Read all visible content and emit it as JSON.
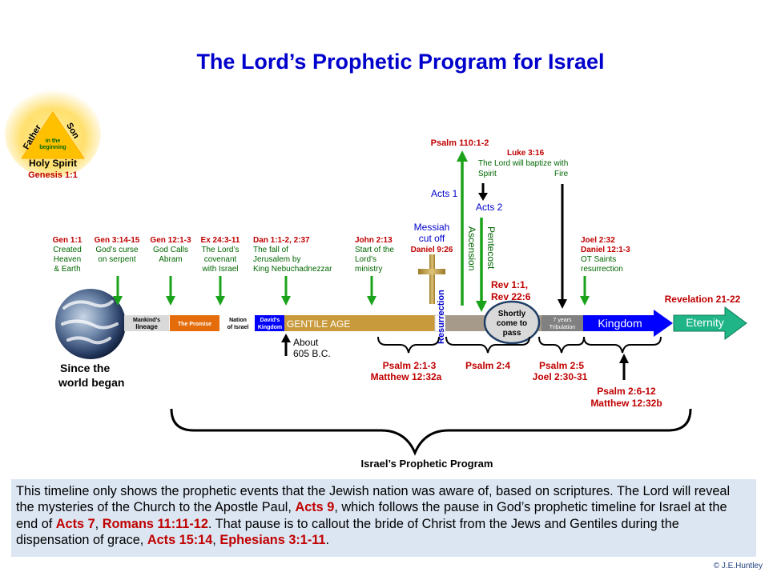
{
  "title": "The Lord’s Prophetic Program for Israel",
  "trinity": {
    "father": "Father",
    "son": "Son",
    "center_line1": "in the",
    "center_line2": "beginning",
    "spirit": "Holy Spirit",
    "ref": "Genesis 1:1"
  },
  "earth_caption": {
    "line1": "Since the",
    "line2": "world began"
  },
  "top_events": [
    {
      "ref": "Gen 1:1",
      "lines": [
        "Created",
        "Heaven",
        "& Earth"
      ]
    },
    {
      "ref": "Gen 3:14-15",
      "lines": [
        "God’s curse",
        "on serpent"
      ]
    },
    {
      "ref": "Gen 12:1-3",
      "lines": [
        "God Calls",
        "Abram"
      ]
    },
    {
      "ref": "Ex 24:3-11",
      "lines": [
        "The Lord’s",
        "covenant",
        "with Israel"
      ]
    },
    {
      "ref": "Dan 1:1-2, 2:37",
      "lines": [
        "The fall of",
        "Jerusalem by",
        "King Nebuchadnezzar"
      ]
    },
    {
      "ref": "John 2:13",
      "lines": [
        "Start of the",
        "Lord’s",
        "ministry"
      ]
    },
    {
      "ref": "Joel 2:32",
      "ref2": "Daniel 12:1-3",
      "lines": [
        "OT Saints",
        "resurrection"
      ]
    }
  ],
  "messiah": {
    "line1": "Messiah",
    "line2": "cut off",
    "ref": "Daniel 9:26"
  },
  "psalm110": "Psalm 110:1-2",
  "acts1": "Acts 1",
  "ascension": "Ascension",
  "luke": {
    "ref": "Luke 3:16",
    "line1": "The Lord will baptize with",
    "line2": "Spirit",
    "line3": "Fire"
  },
  "acts2": "Acts 2",
  "pentecost": "Pentecost",
  "rev_ref": {
    "line1": "Rev 1:1,",
    "line2": "Rev 22:6"
  },
  "revelation": "Revelation 21-22",
  "timeline": {
    "mankind": {
      "line1": "Mankind’s",
      "line2": "lineage"
    },
    "promise": "The Promise",
    "nation": {
      "line1": "Nation",
      "line2": "of Israel"
    },
    "david": {
      "line1": "David’s",
      "line2": "Kingdom"
    },
    "gentile": "GENTILE AGE",
    "resurrection": "Resurrection",
    "shortly": {
      "line1": "Shortly",
      "line2": "come to",
      "line3": "pass"
    },
    "tribulation": {
      "line1": "7 years",
      "line2": "Tribulation"
    },
    "kingdom": "Kingdom",
    "eternity": "Eternity"
  },
  "about": {
    "line1": "About",
    "line2": "605 B.C."
  },
  "bottom_refs": {
    "psalm2_1": {
      "line1": "Psalm 2:1-3",
      "line2": "Matthew 12:32a"
    },
    "psalm2_4": "Psalm 2:4",
    "psalm2_5": {
      "line1": "Psalm 2:5",
      "line2": "Joel 2:30-31"
    },
    "psalm2_6": {
      "line1": "Psalm 2:6-12",
      "line2": "Matthew 12:32b"
    }
  },
  "program_label": "Israel’s Prophetic Program",
  "note": {
    "t1": "This timeline only shows the prophetic events that the Jewish nation was aware of, based on scriptures.  The Lord will reveal the mysteries of the Church to the Apostle Paul, ",
    "r1": "Acts 9",
    "t2": ", which follows the pause in God’s prophetic timeline for Israel at the end of ",
    "r2": "Acts 7",
    "t3": ", ",
    "r3": "Romans 11:11-12",
    "t4": ".  That pause is to callout the bride of Christ from the Jews and Gentiles during the dispensation of grace, ",
    "r4": "Acts 15:14",
    "t5": ", ",
    "r5": "Ephesians 3:1-11",
    "t6": "."
  },
  "copyright": "© J.E.Huntley",
  "colors": {
    "title": "#0000cc",
    "ref": "#c00000",
    "note_text": "#006600",
    "green_arrow": "#1aa31a",
    "kingdom": "#0000ff",
    "eternity": "#1fb587",
    "gentile": "#c89a3c",
    "promise": "#e46c0a"
  }
}
